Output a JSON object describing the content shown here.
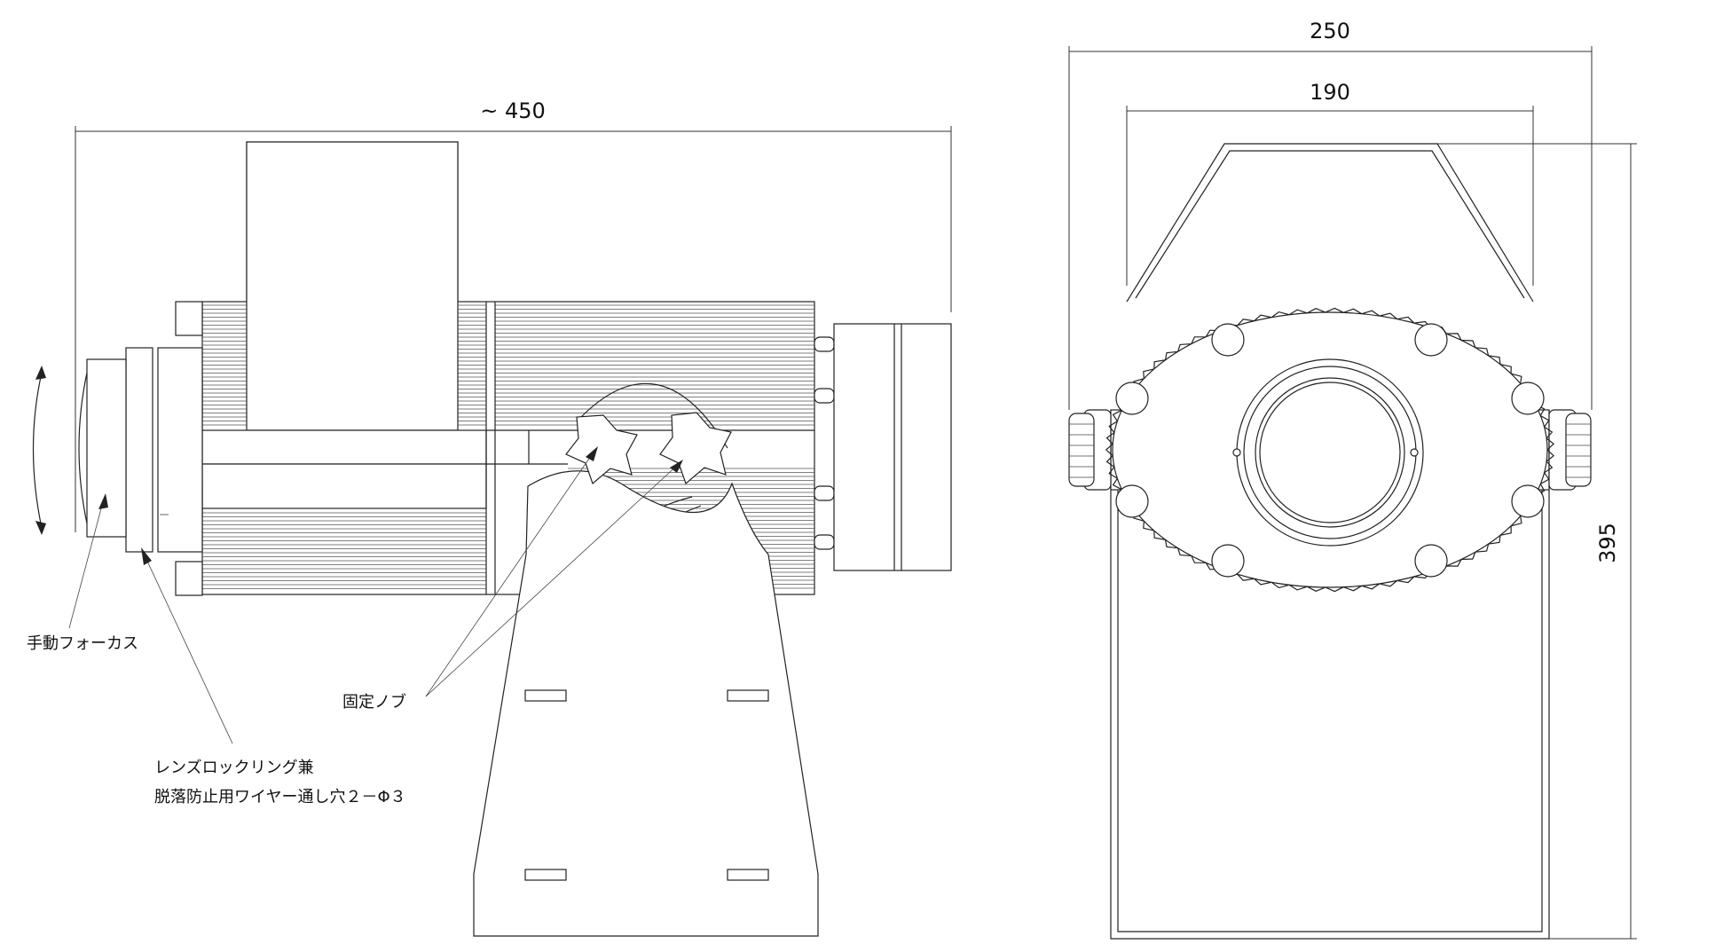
{
  "side_view": {
    "dimension_length": "~ 450",
    "label_manual_focus": "手動フォーカス",
    "label_fix_knob": "固定ノブ",
    "label_lens_ring_line1": "レンズロックリング兼",
    "label_lens_ring_line2": "脱落防止用ワイヤー通し穴２－Φ３"
  },
  "front_view": {
    "dimension_width_outer": "250",
    "dimension_width_inner": "190",
    "dimension_height": "395"
  },
  "colors": {
    "line": "#222222",
    "background": "#ffffff"
  }
}
